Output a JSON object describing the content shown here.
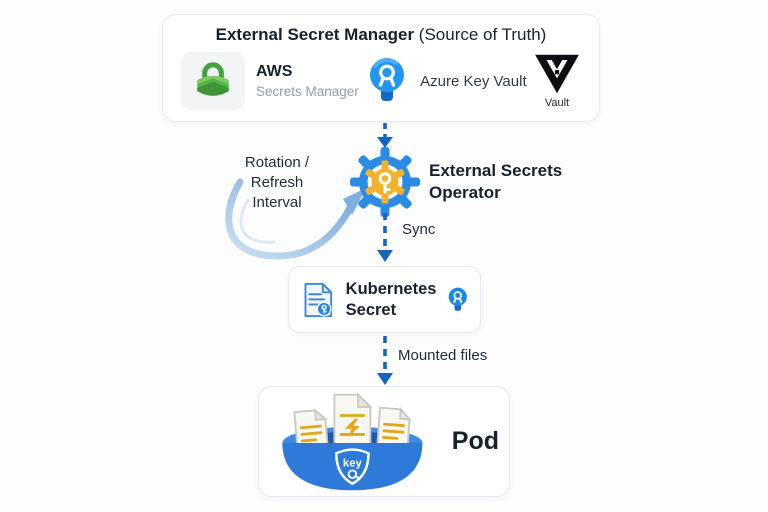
{
  "colors": {
    "page_bg": "#fdfdfe",
    "text_dark": "#16212e",
    "text_gray": "#949ca6",
    "arrow_blue": "#1565c0"
  },
  "source_box": {
    "title_bold": "External Secret Manager",
    "title_suffix": " (Source of Truth)",
    "providers": {
      "aws": {
        "name": "AWS",
        "subtitle": "Secrets Manager"
      },
      "azure": {
        "label": "Azure Key Vault"
      },
      "vault": {
        "label": "Vault"
      }
    }
  },
  "operator": {
    "line1": "External Secrets",
    "line2": "Operator"
  },
  "rotation": {
    "line1": "Rotation /",
    "line2": "Refresh",
    "line3": "Interval"
  },
  "sync_arrow": {
    "label": "Sync"
  },
  "mounted_arrow": {
    "label": "Mounted files"
  },
  "kubernetes_secret": {
    "line1": "Kubernetes",
    "line2": "Secret"
  },
  "pod": {
    "label": "Pod",
    "badge_label": "key"
  }
}
